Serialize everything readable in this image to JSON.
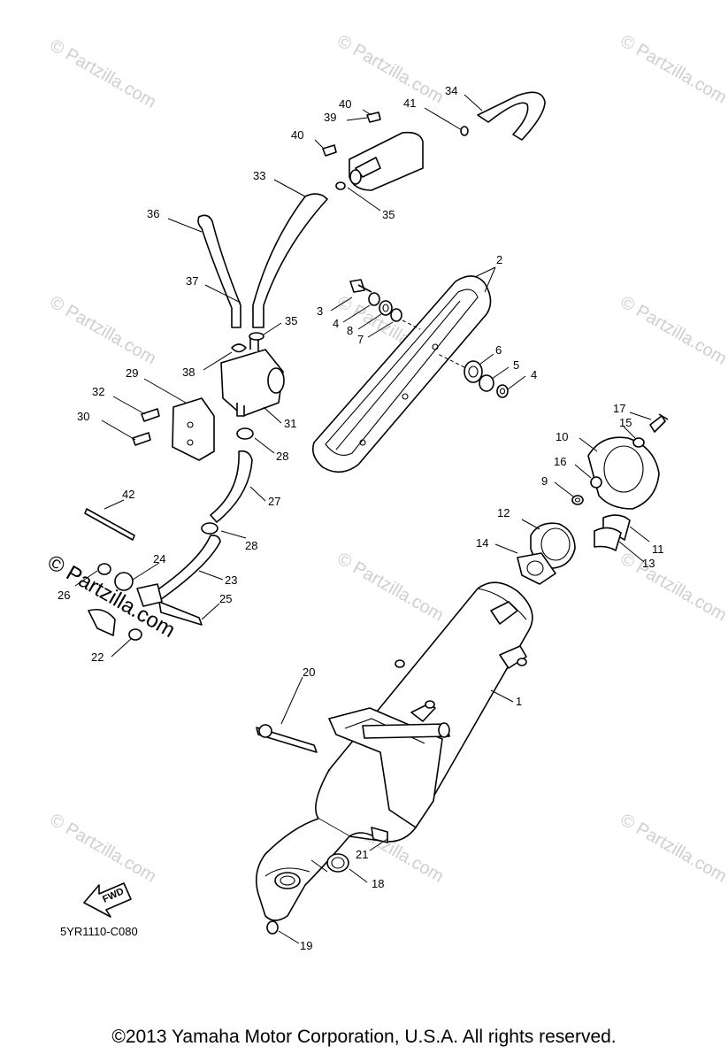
{
  "diagram": {
    "code": "5YR1110-C080",
    "fwd_label": "FWD",
    "watermark": "© Partzilla.com",
    "watermark_main": "© Partzilla.com",
    "copyright": "©2013  Yamaha Motor Corporation, U.S.A. All rights reserved.",
    "callouts": [
      {
        "id": "1",
        "label": "1"
      },
      {
        "id": "2",
        "label": "2"
      },
      {
        "id": "3",
        "label": "3"
      },
      {
        "id": "4a",
        "label": "4"
      },
      {
        "id": "4b",
        "label": "4"
      },
      {
        "id": "5",
        "label": "5"
      },
      {
        "id": "6",
        "label": "6"
      },
      {
        "id": "7",
        "label": "7"
      },
      {
        "id": "8",
        "label": "8"
      },
      {
        "id": "9",
        "label": "9"
      },
      {
        "id": "10",
        "label": "10"
      },
      {
        "id": "11",
        "label": "11"
      },
      {
        "id": "12",
        "label": "12"
      },
      {
        "id": "13",
        "label": "13"
      },
      {
        "id": "14",
        "label": "14"
      },
      {
        "id": "15",
        "label": "15"
      },
      {
        "id": "16",
        "label": "16"
      },
      {
        "id": "17",
        "label": "17"
      },
      {
        "id": "18",
        "label": "18"
      },
      {
        "id": "19",
        "label": "19"
      },
      {
        "id": "20",
        "label": "20"
      },
      {
        "id": "21",
        "label": "21"
      },
      {
        "id": "22",
        "label": "22"
      },
      {
        "id": "23",
        "label": "23"
      },
      {
        "id": "24",
        "label": "24"
      },
      {
        "id": "25",
        "label": "25"
      },
      {
        "id": "26",
        "label": "26"
      },
      {
        "id": "27",
        "label": "27"
      },
      {
        "id": "28a",
        "label": "28"
      },
      {
        "id": "28b",
        "label": "28"
      },
      {
        "id": "29",
        "label": "29"
      },
      {
        "id": "30",
        "label": "30"
      },
      {
        "id": "31",
        "label": "31"
      },
      {
        "id": "32",
        "label": "32"
      },
      {
        "id": "33",
        "label": "33"
      },
      {
        "id": "34",
        "label": "34"
      },
      {
        "id": "35a",
        "label": "35"
      },
      {
        "id": "35b",
        "label": "35"
      },
      {
        "id": "36",
        "label": "36"
      },
      {
        "id": "37",
        "label": "37"
      },
      {
        "id": "38",
        "label": "38"
      },
      {
        "id": "39",
        "label": "39"
      },
      {
        "id": "40a",
        "label": "40"
      },
      {
        "id": "40b",
        "label": "40"
      },
      {
        "id": "41",
        "label": "41"
      },
      {
        "id": "42",
        "label": "42"
      }
    ]
  }
}
